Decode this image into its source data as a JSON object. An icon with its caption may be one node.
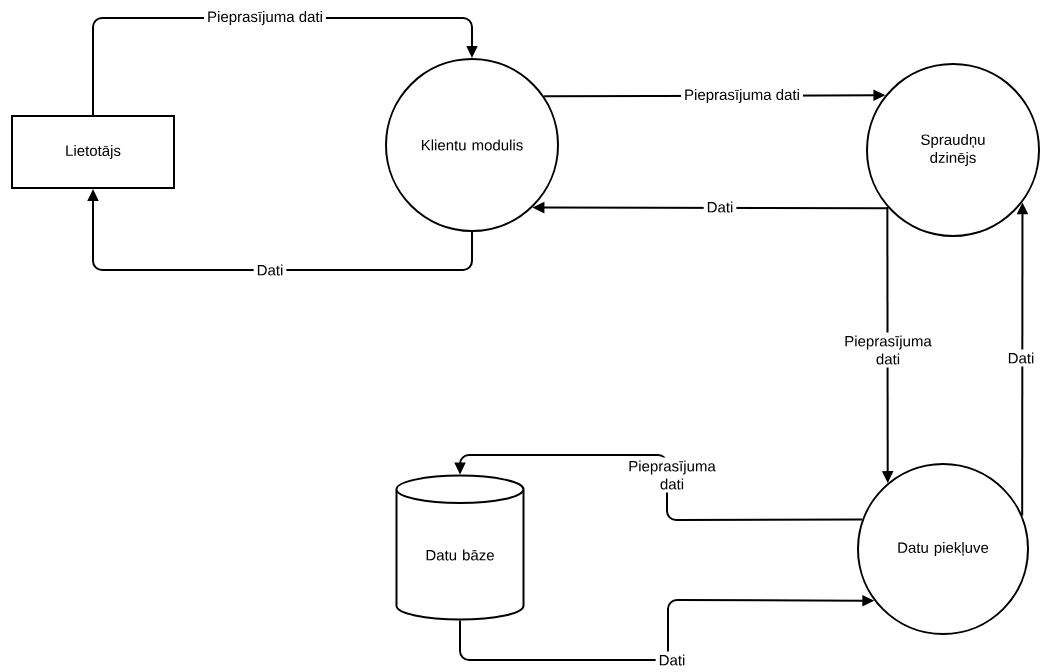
{
  "diagram": {
    "nodes": [
      {
        "text": [
          "Lietotājs"
        ]
      },
      {
        "text": [
          "Klientu modulis"
        ]
      },
      {
        "text": [
          "Spraudņu dzinējs"
        ]
      },
      {
        "text": [
          "Datu piekļuve"
        ]
      },
      {
        "text": [
          "Datu bāze"
        ]
      }
    ],
    "edges": [
      {
        "from": 0,
        "to": 1,
        "arrow": "to",
        "label": "Pieprasījuma dati"
      },
      {
        "from": 1,
        "to": 2,
        "arrow": "to",
        "label": "Pieprasījuma dati"
      },
      {
        "from": 2,
        "to": 1,
        "arrow": "to",
        "label": "Dati"
      },
      {
        "from": 1,
        "to": 0,
        "arrow": "to",
        "label": "Dati"
      },
      {
        "from": 2,
        "to": 3,
        "arrow": "to",
        "label": "Pieprasījuma dati"
      },
      {
        "from": 3,
        "to": 2,
        "arrow": "to",
        "label": "Dati"
      },
      {
        "from": 3,
        "to": 4,
        "arrow": "to",
        "label": "Pieprasījuma dati"
      },
      {
        "from": 4,
        "to": 3,
        "arrow": "to",
        "label": "Dati"
      }
    ]
  }
}
